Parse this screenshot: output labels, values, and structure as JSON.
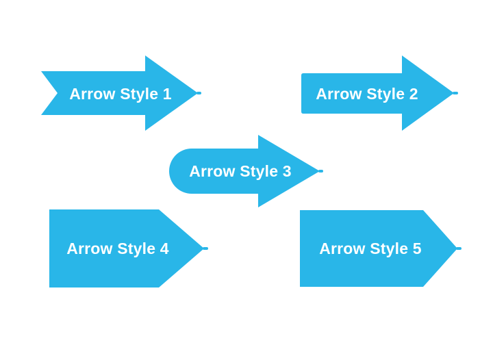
{
  "page": {
    "background": "#ffffff",
    "description": "Gallery of five right-pointing arrow shape styles"
  },
  "colors": {
    "arrow_fill": "#29B6E8",
    "label_color": "#FFFFFF"
  },
  "arrows": [
    {
      "label": "Arrow Style 1",
      "shape": "chevron-notch-tail-arrow"
    },
    {
      "label": "Arrow Style 2",
      "shape": "flat-tail-arrow"
    },
    {
      "label": "Arrow Style 3",
      "shape": "rounded-tail-arrow"
    },
    {
      "label": "Arrow Style 4",
      "shape": "pentagon-point-arrow"
    },
    {
      "label": "Arrow Style 5",
      "shape": "pentagon-narrow-point-arrow"
    }
  ]
}
